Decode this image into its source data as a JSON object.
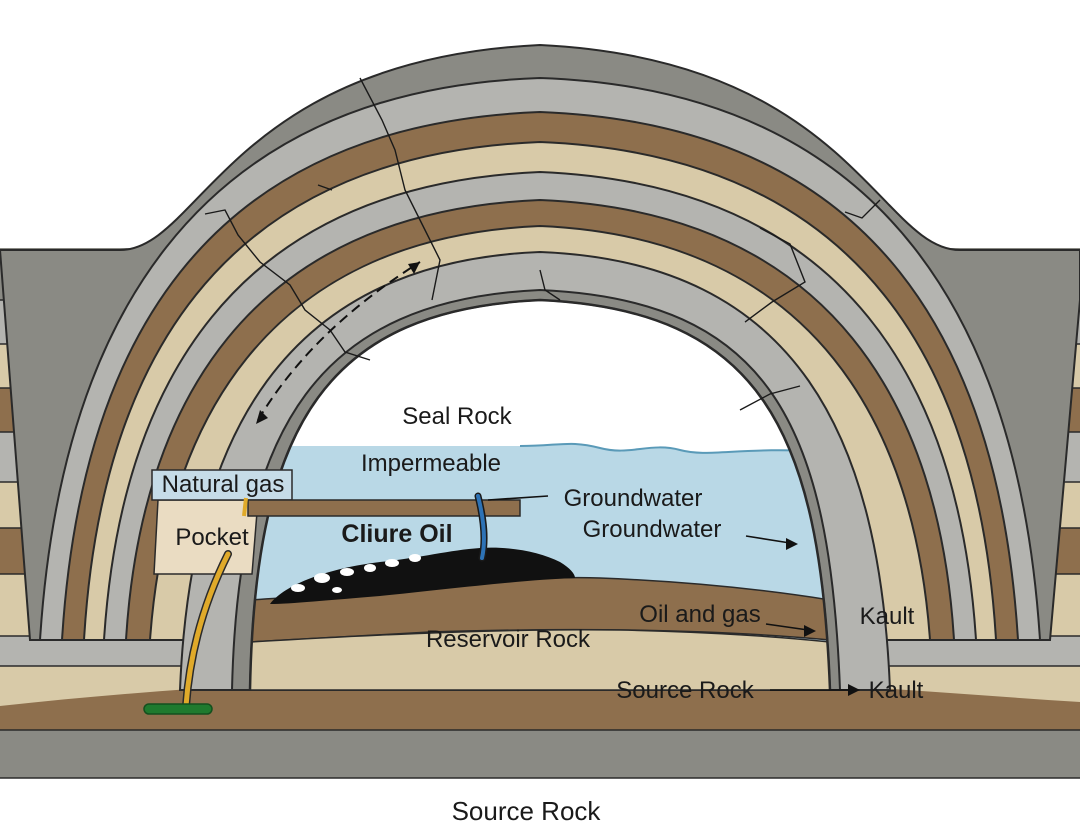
{
  "labels": {
    "seal_rock": "Seal Rock",
    "impermeable": "Impermeable",
    "natural_gas": "Natural gas",
    "pocket": "Pocket",
    "crude_oil": "Cliure Oil",
    "groundwater_1": "Groundwater",
    "groundwater_2": "Groundwater",
    "oil_and_gas": "Oil and gas",
    "kault_1": "Kault",
    "reservoir_rock": "Reservoir Rock",
    "source_rock_inner": "Source Rock",
    "kault_2": "Kault",
    "source_rock_bottom": "Source Rock"
  },
  "colors": {
    "dark_gray": "#8a8a84",
    "light_gray": "#b4b4b0",
    "tan": "#d8caa8",
    "brown": "#8e6f4d",
    "cavity": "#ffffff",
    "water": "#b9d8e6",
    "water_line": "#5a9ab8",
    "oil": "#111111",
    "gas_pocket": "#c6dce8",
    "pocket_fill": "#eadcc2",
    "yellow_pipe": "#e0aa2a",
    "blue_pipe": "#2d72b5",
    "green_base": "#1f7a2e"
  }
}
